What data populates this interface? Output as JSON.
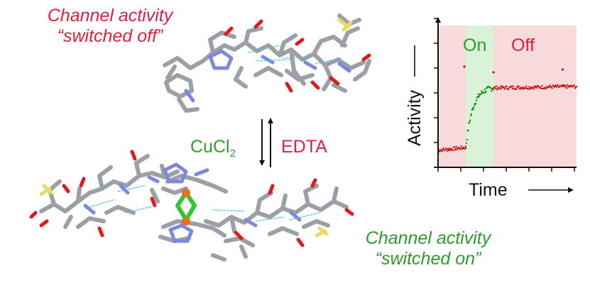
{
  "labels": {
    "off_line1": "Channel activity",
    "off_line2": "“switched off”",
    "on_line1": "Channel activity",
    "on_line2": "“switched on”"
  },
  "reagents": {
    "forward_text": "CuCl",
    "forward_sub": "2",
    "reverse": "EDTA"
  },
  "colors": {
    "off_red": "#e0203c",
    "on_green": "#2e9b2e",
    "on_band": "#daf3d8",
    "off_band": "#f8d9dc",
    "data_red": "#cc1111",
    "data_green": "#1a8a1a"
  },
  "chart_data": {
    "type": "scatter",
    "title": "",
    "xlabel": "Time",
    "ylabel": "Activity",
    "region_labels": [
      "On",
      "Off"
    ],
    "regions": [
      {
        "name": "Off",
        "x": [
          0,
          0.2
        ],
        "color": "off_band"
      },
      {
        "name": "On",
        "x": [
          0.2,
          0.4
        ],
        "color": "on_band"
      },
      {
        "name": "Off",
        "x": [
          0.4,
          1.0
        ],
        "color": "off_band"
      }
    ],
    "xlim": [
      0,
      1
    ],
    "ylim": [
      0,
      1
    ],
    "series": [
      {
        "segment": "baseline",
        "color": "data_red",
        "x": [
          0,
          0.2
        ],
        "y": [
          0.12,
          0.14
        ]
      },
      {
        "segment": "rise",
        "color": "data_green",
        "x": [
          0.2,
          0.4
        ],
        "y_start": 0.14,
        "y_end": 0.56
      },
      {
        "segment": "plateau",
        "color": "data_red",
        "x": [
          0.4,
          1.0
        ],
        "y": [
          0.56,
          0.57
        ]
      }
    ],
    "outliers": [
      {
        "x": 0.19,
        "y": 0.71,
        "color": "data_red"
      },
      {
        "x": 0.4,
        "y": 0.67,
        "color": "data_red"
      },
      {
        "x": 0.9,
        "y": 0.69,
        "color": "data_red"
      }
    ],
    "grid": false,
    "legend": "none"
  }
}
